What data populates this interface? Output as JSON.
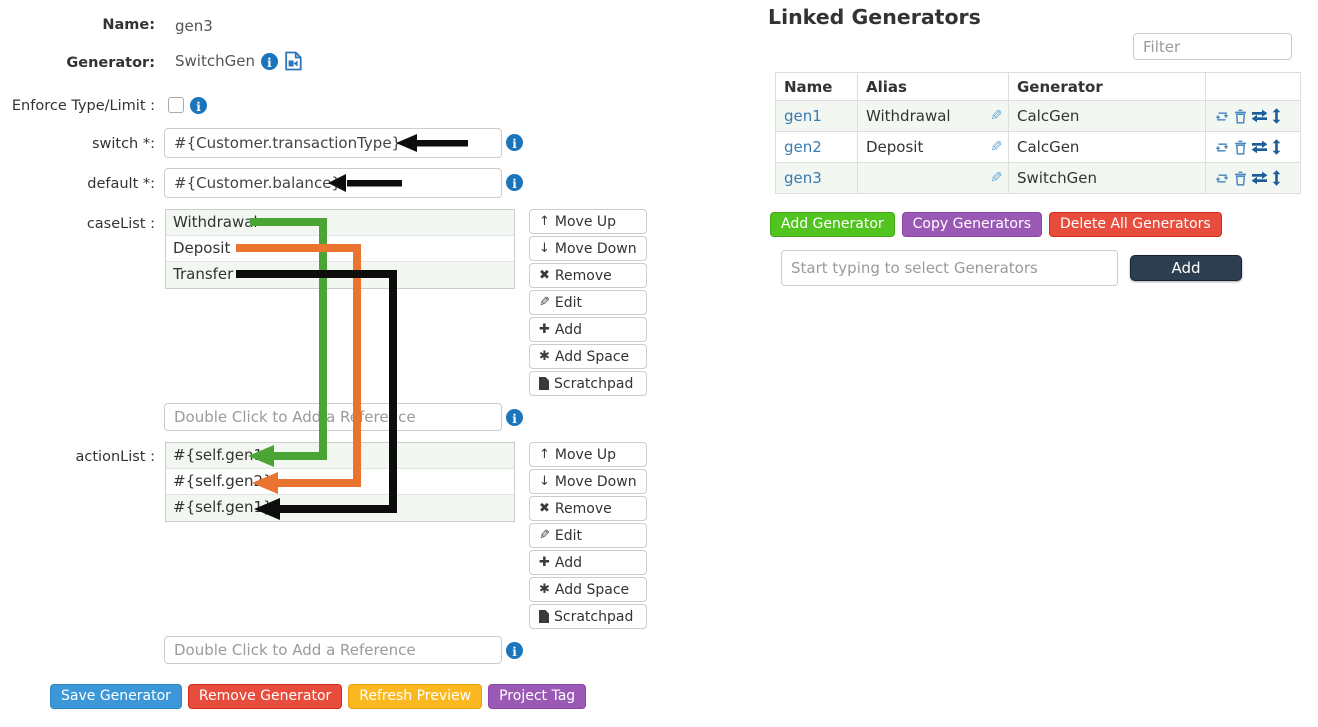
{
  "form": {
    "name_label": "Name:",
    "name_value": "gen3",
    "generator_label": "Generator:",
    "generator_value": "SwitchGen",
    "enforce_label": "Enforce Type/Limit :",
    "switch_label": "switch *:",
    "switch_value": "#{Customer.transactionType}",
    "default_label": "default *:",
    "default_value": "#{Customer.balance}",
    "caselist_label": "caseList :",
    "caselist_items": [
      "Withdrawal",
      "Deposit",
      "Transfer"
    ],
    "actionlist_label": "actionList :",
    "actionlist_items": [
      "#{self.gen1}",
      "#{self.gen2}",
      "#{self.gen1}"
    ],
    "reference_placeholder": "Double Click to Add a Reference",
    "list_buttons": [
      "Move Up",
      "Move Down",
      "Remove",
      "Edit",
      "Add",
      "Add Space",
      "Scratchpad"
    ],
    "footer_buttons": {
      "save": "Save Generator",
      "remove": "Remove Generator",
      "refresh": "Refresh Preview",
      "tag": "Project Tag"
    }
  },
  "icons": {
    "move_up": "↑",
    "move_down": "↓",
    "remove": "✖",
    "edit": "✎",
    "add": "✚",
    "add_space": "✱",
    "scratchpad": "file-icon",
    "info": "info-icon",
    "generator_doc": "document-icon"
  },
  "linked": {
    "title": "Linked Generators",
    "filter_placeholder": "Filter",
    "table": {
      "headers": [
        "Name",
        "Alias",
        "Generator",
        ""
      ],
      "rows": [
        {
          "name": "gen1",
          "alias": "Withdrawal",
          "generator": "CalcGen"
        },
        {
          "name": "gen2",
          "alias": "Deposit",
          "generator": "CalcGen"
        },
        {
          "name": "gen3",
          "alias": "",
          "generator": "SwitchGen"
        }
      ],
      "row_icons": [
        "loop-icon",
        "trash-icon",
        "swap-horizontal-icon",
        "resize-vertical-icon"
      ]
    },
    "buttons": {
      "add": "Add Generator",
      "copy": "Copy Generators",
      "delete": "Delete All Generators"
    },
    "select_placeholder": "Start typing to select Generators",
    "add_button": "Add"
  },
  "annotations": {
    "pointers": [
      "switch-field",
      "default-field"
    ],
    "connections": [
      {
        "from": "Withdrawal",
        "to": "#{self.gen1}",
        "color": "#4ba534"
      },
      {
        "from": "Deposit",
        "to": "#{self.gen2}",
        "color": "#e8742f"
      },
      {
        "from": "Transfer",
        "to": "#{self.gen1}",
        "color": "#0d0d0d"
      }
    ]
  },
  "colors": {
    "save": "#3b97d8",
    "remove": "#e74c3c",
    "refresh": "#fcb821",
    "tag": "#9b59b6",
    "add_generator": "#52c41f",
    "copy": "#9b59b6",
    "delete_all": "#e74c3c",
    "add_dark": "#2c3e50",
    "info": "#1b75bb",
    "link": "#3a7bb0",
    "row_alt": "#f2f7f2",
    "arrow_green": "#4ba534",
    "arrow_orange": "#e8742f",
    "arrow_black": "#0d0d0d"
  }
}
